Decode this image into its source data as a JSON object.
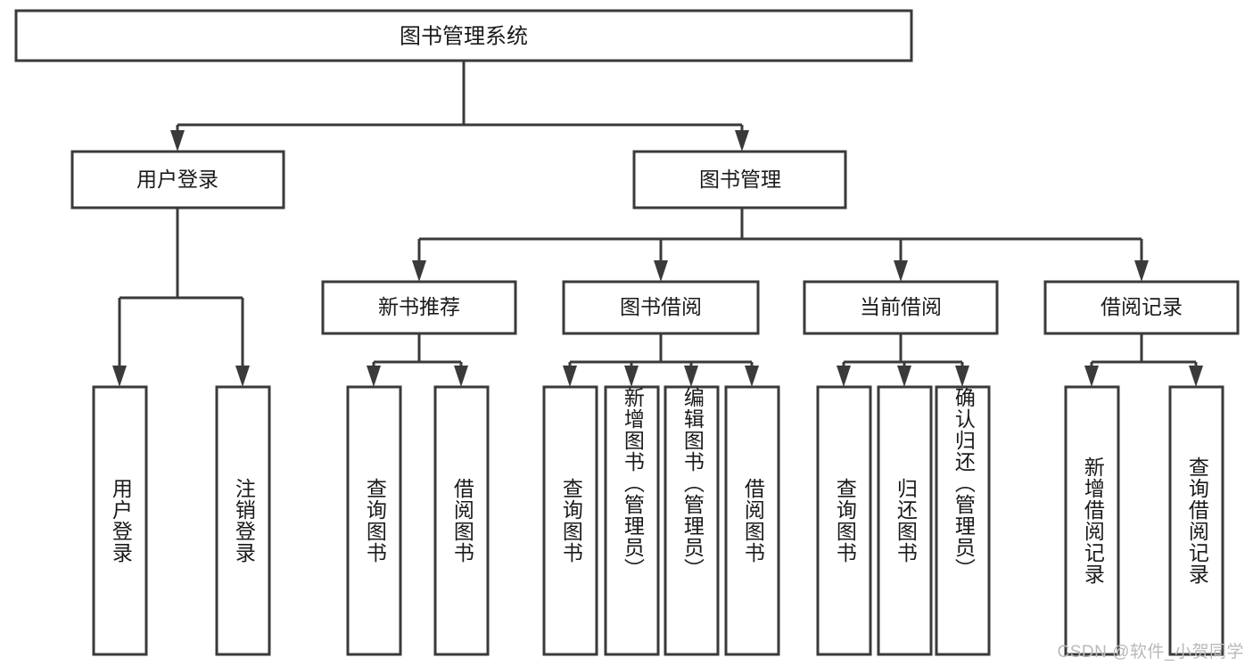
{
  "diagram": {
    "type": "hierarchy-tree",
    "orientation": "top-down",
    "title_node": "图书管理系统",
    "levels": 4,
    "colors": {
      "box_fill": "#ffffff",
      "box_stroke": "#3a3a3a",
      "text": "#1a1a1a",
      "background": "#ffffff",
      "watermark": "#b9b9b9"
    }
  },
  "root": {
    "label": "图书管理系统"
  },
  "level2": [
    {
      "label": "用户登录"
    },
    {
      "label": "图书管理"
    }
  ],
  "level3": [
    {
      "label": "新书推荐"
    },
    {
      "label": "图书借阅"
    },
    {
      "label": "当前借阅"
    },
    {
      "label": "借阅记录"
    }
  ],
  "leaves": {
    "user_login": [
      {
        "label": "用户登录"
      },
      {
        "label": "注销登录"
      }
    ],
    "new_book_recommend": [
      {
        "label": "查询图书"
      },
      {
        "label": "借阅图书"
      }
    ],
    "book_borrow": [
      {
        "label": "查询图书"
      },
      {
        "label": "新增图书（管理员）"
      },
      {
        "label": "编辑图书（管理员）"
      },
      {
        "label": "借阅图书"
      }
    ],
    "current_borrow": [
      {
        "label": "查询图书"
      },
      {
        "label": "归还图书"
      },
      {
        "label": "确认归还（管理员）"
      }
    ],
    "borrow_record": [
      {
        "label": "新增借阅记录"
      },
      {
        "label": "查询借阅记录"
      }
    ]
  },
  "watermark": {
    "text": "CSDN @软件_小贺同学"
  }
}
